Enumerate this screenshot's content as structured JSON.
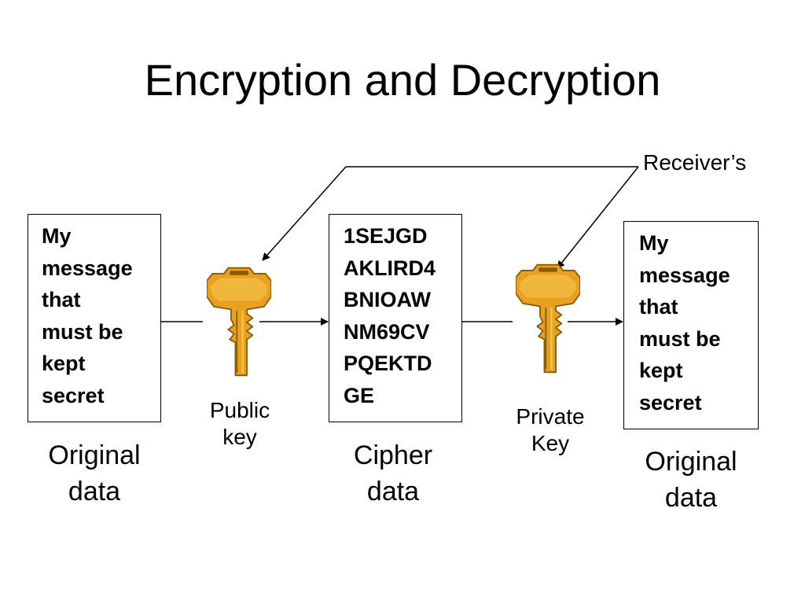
{
  "title": "Encryption and Decryption",
  "receiver_label": "Receiver’s",
  "original_box": {
    "text": "My\nmessage\nthat\nmust be\nkept\nsecret"
  },
  "cipher_box": {
    "text": "1SEJGD\nAKLIRD4\nBNIOAW\nNM69CV\nPQEKTD\nGE"
  },
  "result_box": {
    "text": "My\nmessage\nthat\nmust be\nkept\nsecret"
  },
  "captions": {
    "original": "Original\ndata",
    "cipher": "Cipher\ndata",
    "result": "Original\ndata"
  },
  "keys": {
    "public": {
      "label": "Public\nkey",
      "icon": "key-icon"
    },
    "private": {
      "label": "Private\nKey",
      "icon": "key-icon"
    }
  },
  "colors": {
    "key_fill": "#E8A020",
    "key_stroke": "#8A5A00",
    "line": "#000000"
  }
}
